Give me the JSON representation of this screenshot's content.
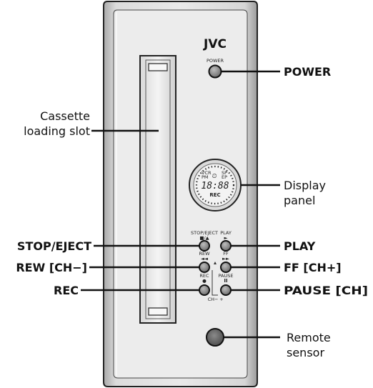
{
  "device": {
    "brand": "JVC",
    "power_small": "POWER",
    "stop_eject_small": "STOP/EJECT",
    "stop_eject_symbol": "■/▲",
    "play_small": "PLAY",
    "play_symbol": "►",
    "rew_small": "REW",
    "rew_symbol": "◄◄",
    "ff_small": "FF",
    "ff_symbol": "►►",
    "rec_small": "REC",
    "rec_symbol": "●",
    "pause_small": "PAUSE",
    "pause_symbol": "II",
    "ch_minus_small": "CH−",
    "ch_plus_small": "+"
  },
  "display": {
    "vcr": "VCR",
    "pm": "PM",
    "sp": "SP",
    "ep": "EP",
    "time": "18:88",
    "rec": "REC"
  },
  "callouts": {
    "power": "POWER",
    "cassette_line1": "Cassette",
    "cassette_line2": "loading slot",
    "display_line1": "Display",
    "display_line2": "panel",
    "stop_eject": "STOP/EJECT",
    "play": "PLAY",
    "rew": "REW [CH−]",
    "ff": "FF [CH+]",
    "rec": "REC",
    "pause": "PAUSE [CH]",
    "remote_line1": "Remote",
    "remote_line2": "sensor"
  }
}
